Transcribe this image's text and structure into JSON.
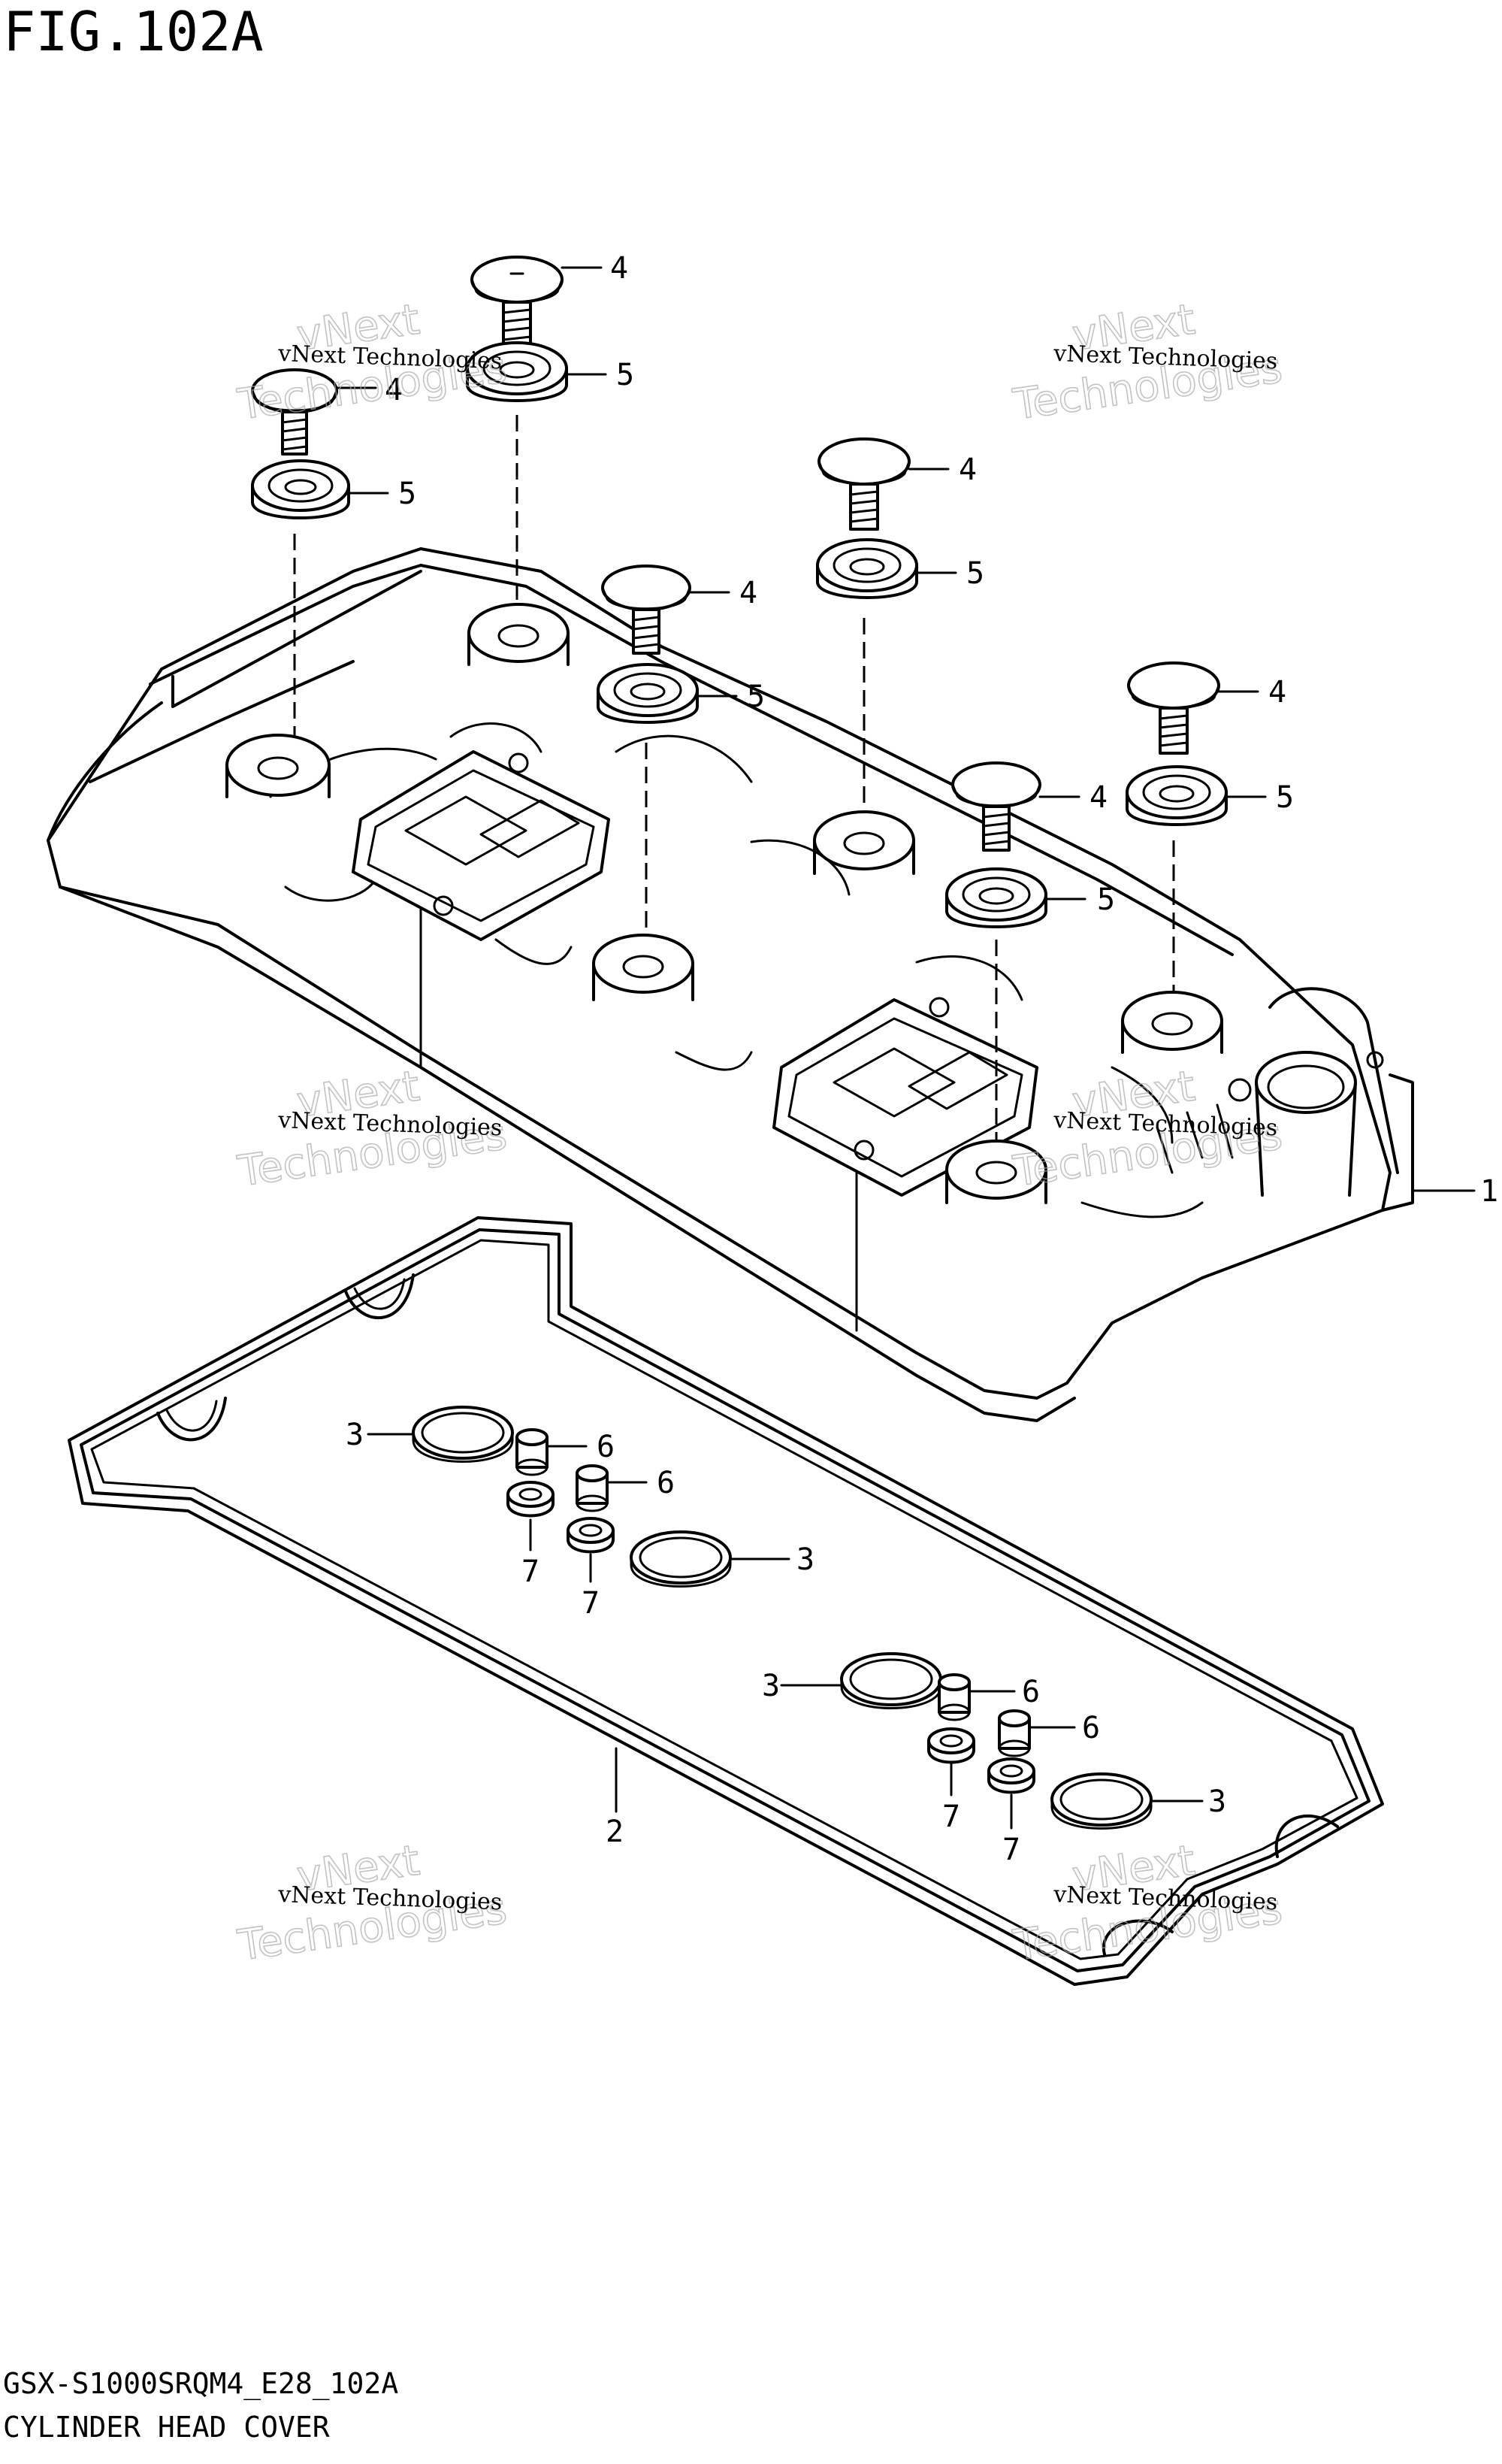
{
  "figure_title": "FIG.102A",
  "model_code": "GSX-S1000SRQM4_E28_102A",
  "assembly_name": "CYLINDER HEAD COVER",
  "watermark": {
    "line1": "vNext Technologies",
    "line2a": "vNext",
    "line2b": "Technologies"
  },
  "callouts": {
    "c1": "1",
    "c2": "2",
    "c3a": "3",
    "c3b": "3",
    "c3c": "3",
    "c3d": "3",
    "c4a": "4",
    "c4b": "4",
    "c4c": "4",
    "c4d": "4",
    "c4e": "4",
    "c4f": "4",
    "c5a": "5",
    "c5b": "5",
    "c5c": "5",
    "c5d": "5",
    "c5e": "5",
    "c5f": "5",
    "c6a": "6",
    "c6b": "6",
    "c6c": "6",
    "c6d": "6",
    "c7a": "7",
    "c7b": "7",
    "c7c": "7",
    "c7d": "7"
  }
}
